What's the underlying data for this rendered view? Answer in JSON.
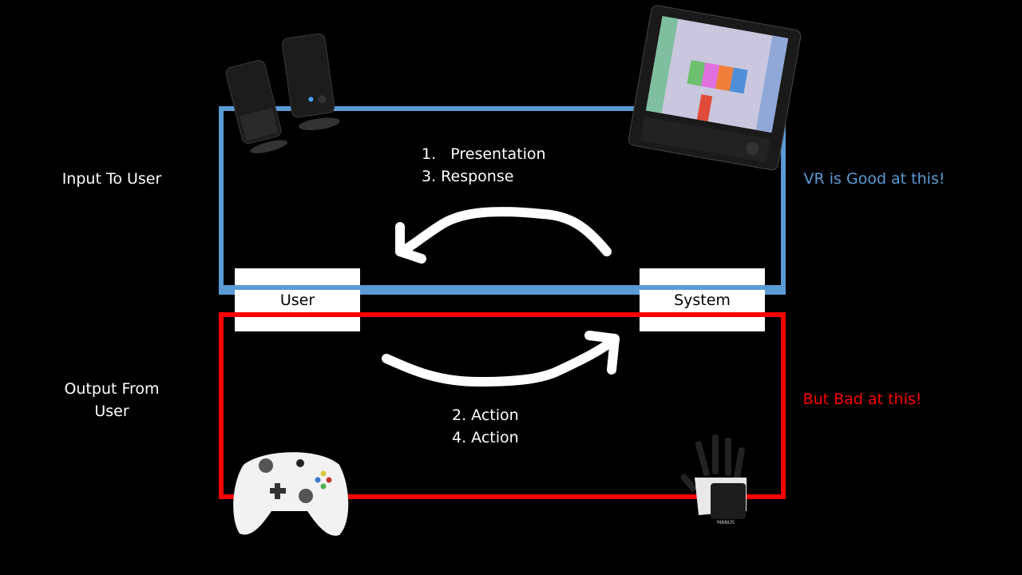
{
  "labels": {
    "input_to_user": "Input To User",
    "output_from_user": "Output From User",
    "vr_good": "VR is Good at this!",
    "vr_bad": "But Bad at this!"
  },
  "nodes": {
    "user": "User",
    "system": "System"
  },
  "top_steps": [
    "1.   Presentation",
    "3. Response"
  ],
  "bottom_steps": [
    "2. Action",
    "4. Action"
  ],
  "colors": {
    "input_loop": "#5b9bd5",
    "output_loop": "#ff0000",
    "background": "#000000",
    "arrow": "#ffffff"
  },
  "images": {
    "top_left": "desktop-speakers",
    "top_right": "crt-television-test-pattern",
    "bottom_left": "game-controller",
    "bottom_right": "haptic-glove"
  }
}
